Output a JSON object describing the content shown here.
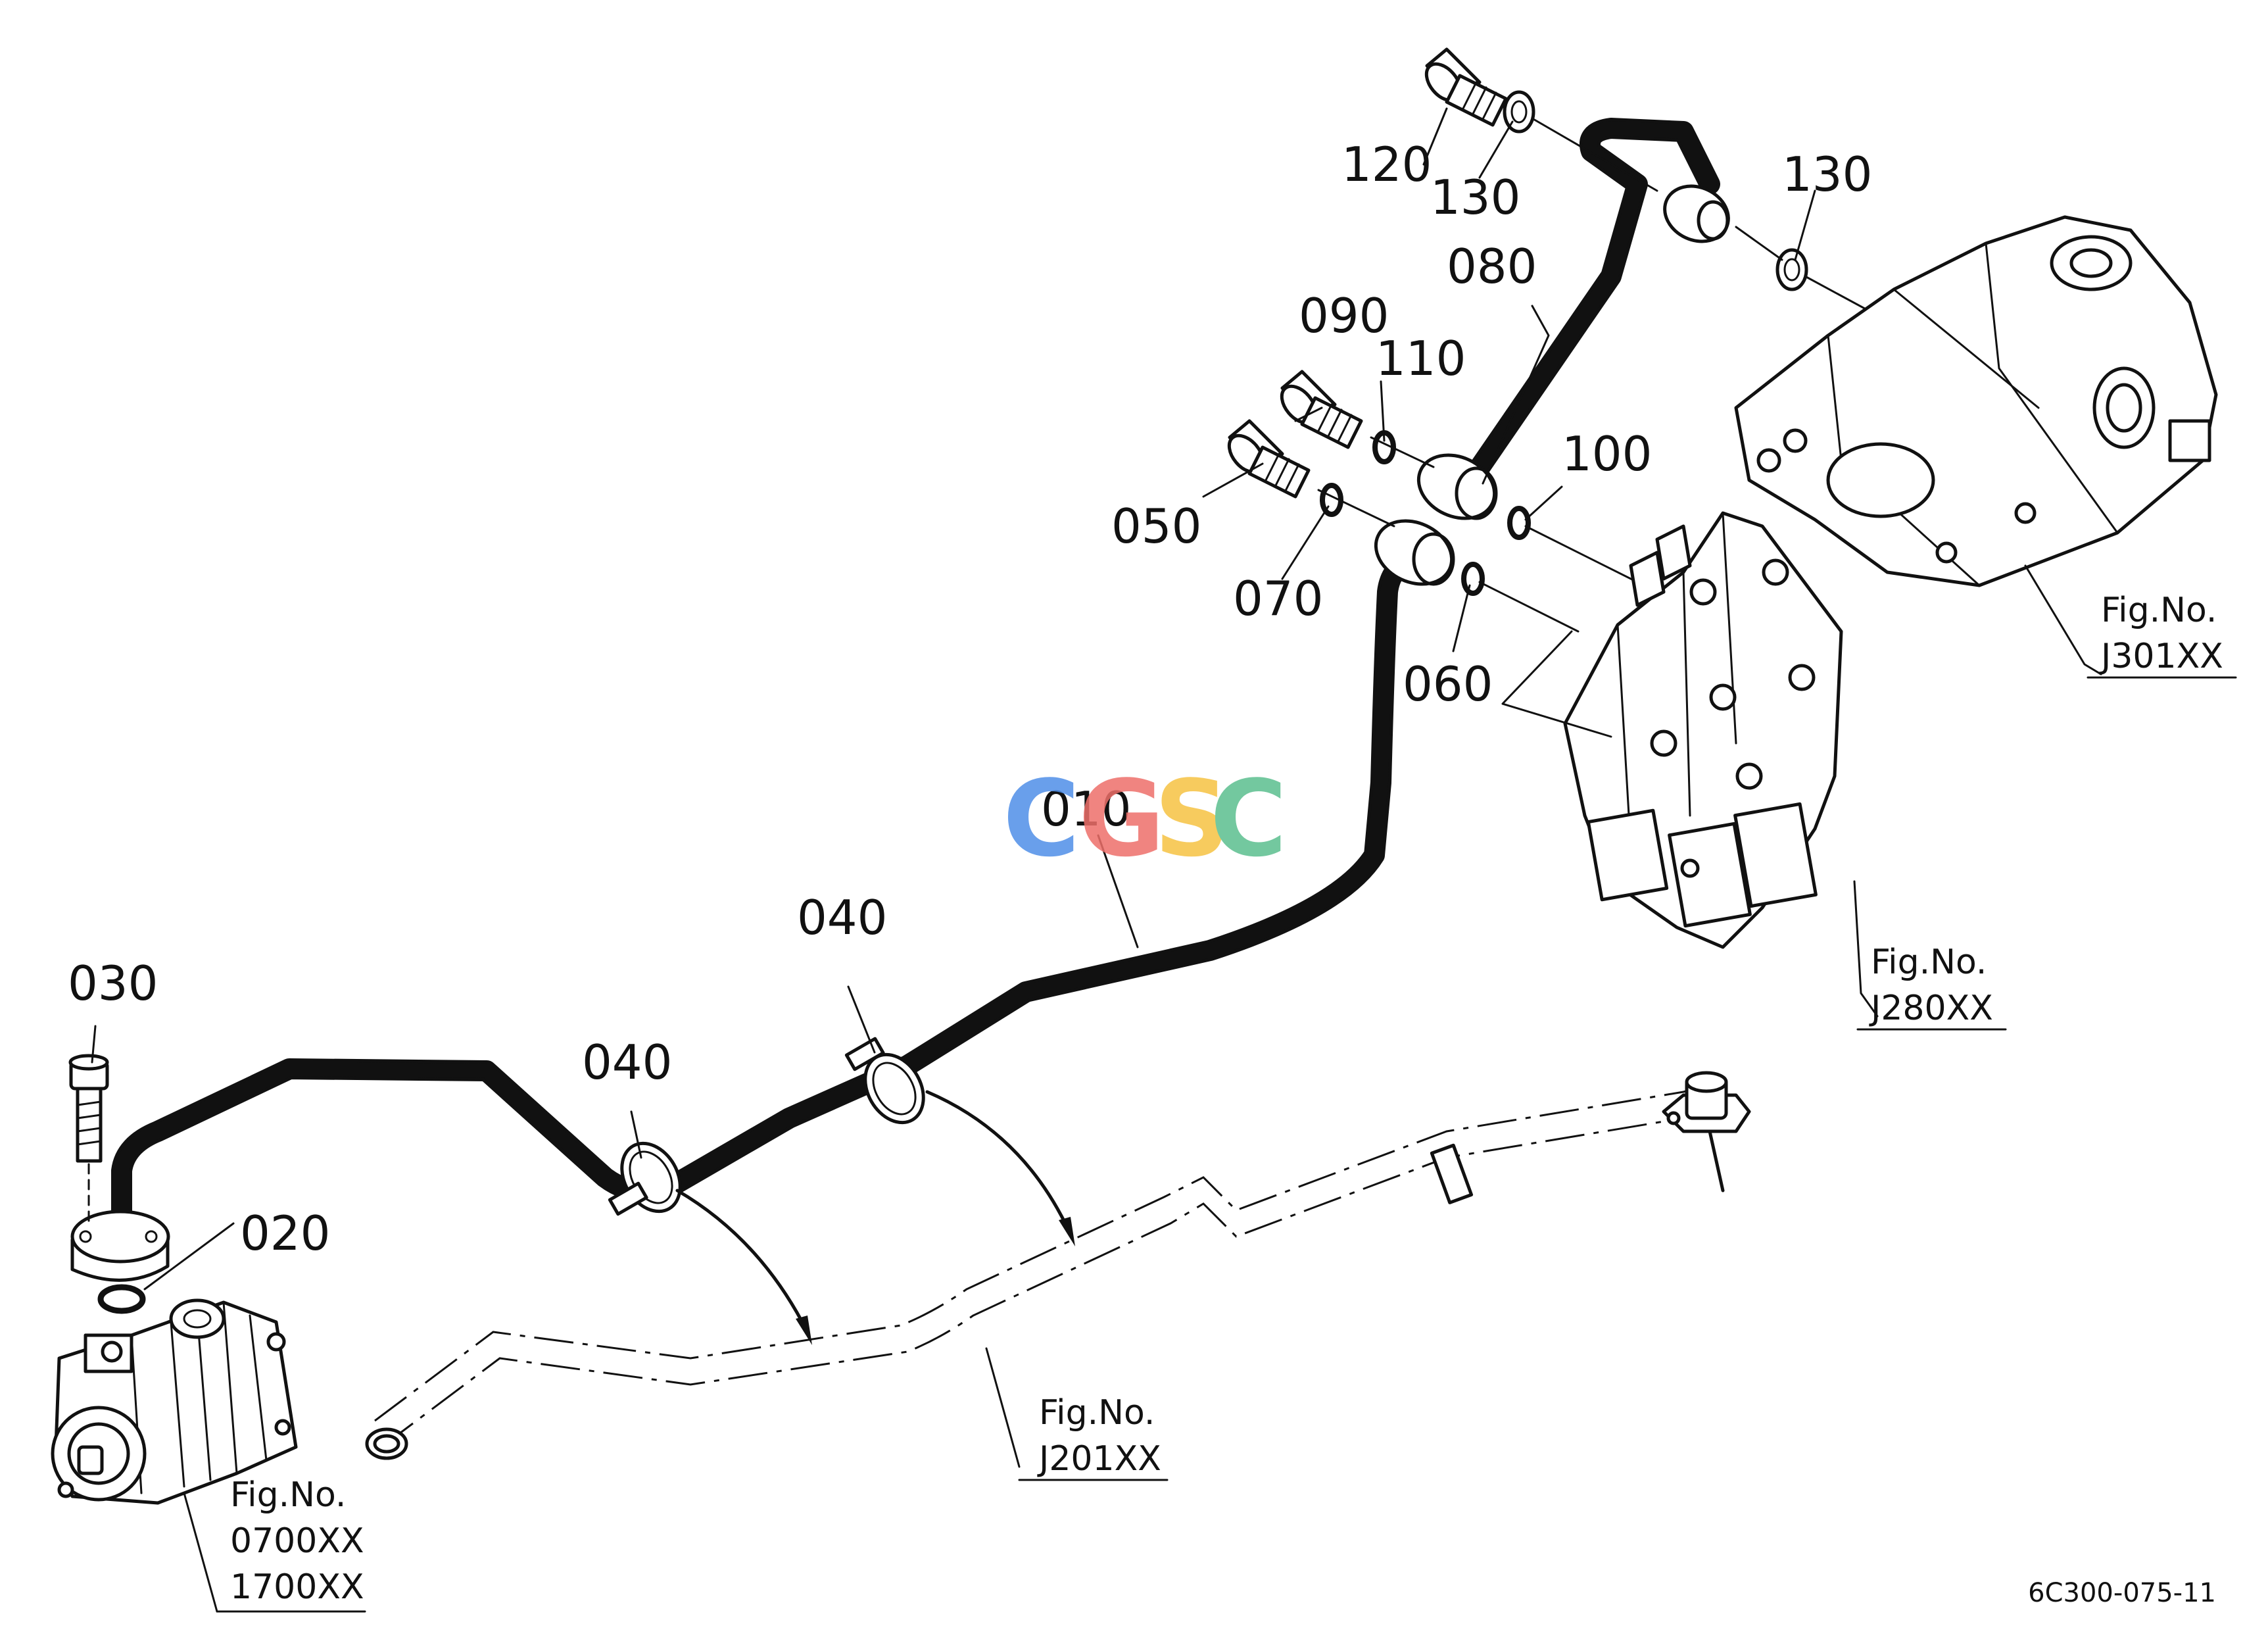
{
  "callouts": {
    "c010": "010",
    "c020": "020",
    "c030": "030",
    "c040a": "040",
    "c040b": "040",
    "c050": "050",
    "c060": "060",
    "c070": "070",
    "c080": "080",
    "c090": "090",
    "c100": "100",
    "c110": "110",
    "c120": "120",
    "c130a": "130",
    "c130b": "130"
  },
  "figure_refs": {
    "pump": {
      "label": "Fig.No.",
      "codes": [
        "0700XX",
        "1700XX"
      ]
    },
    "suction_pipe": {
      "label": "Fig.No.",
      "code": "J201XX"
    },
    "control_valve": {
      "label": "Fig.No.",
      "code": "J280XX"
    },
    "hydraulic_cylinder": {
      "label": "Fig.No.",
      "code": "J301XX"
    }
  },
  "drawing_number": "6C300-075-11",
  "watermark": {
    "letters": [
      "C",
      "G",
      "S",
      "C"
    ],
    "colors": [
      "#4f8fe8",
      "#ee6f6a",
      "#f6c342",
      "#5bbf8f"
    ]
  }
}
